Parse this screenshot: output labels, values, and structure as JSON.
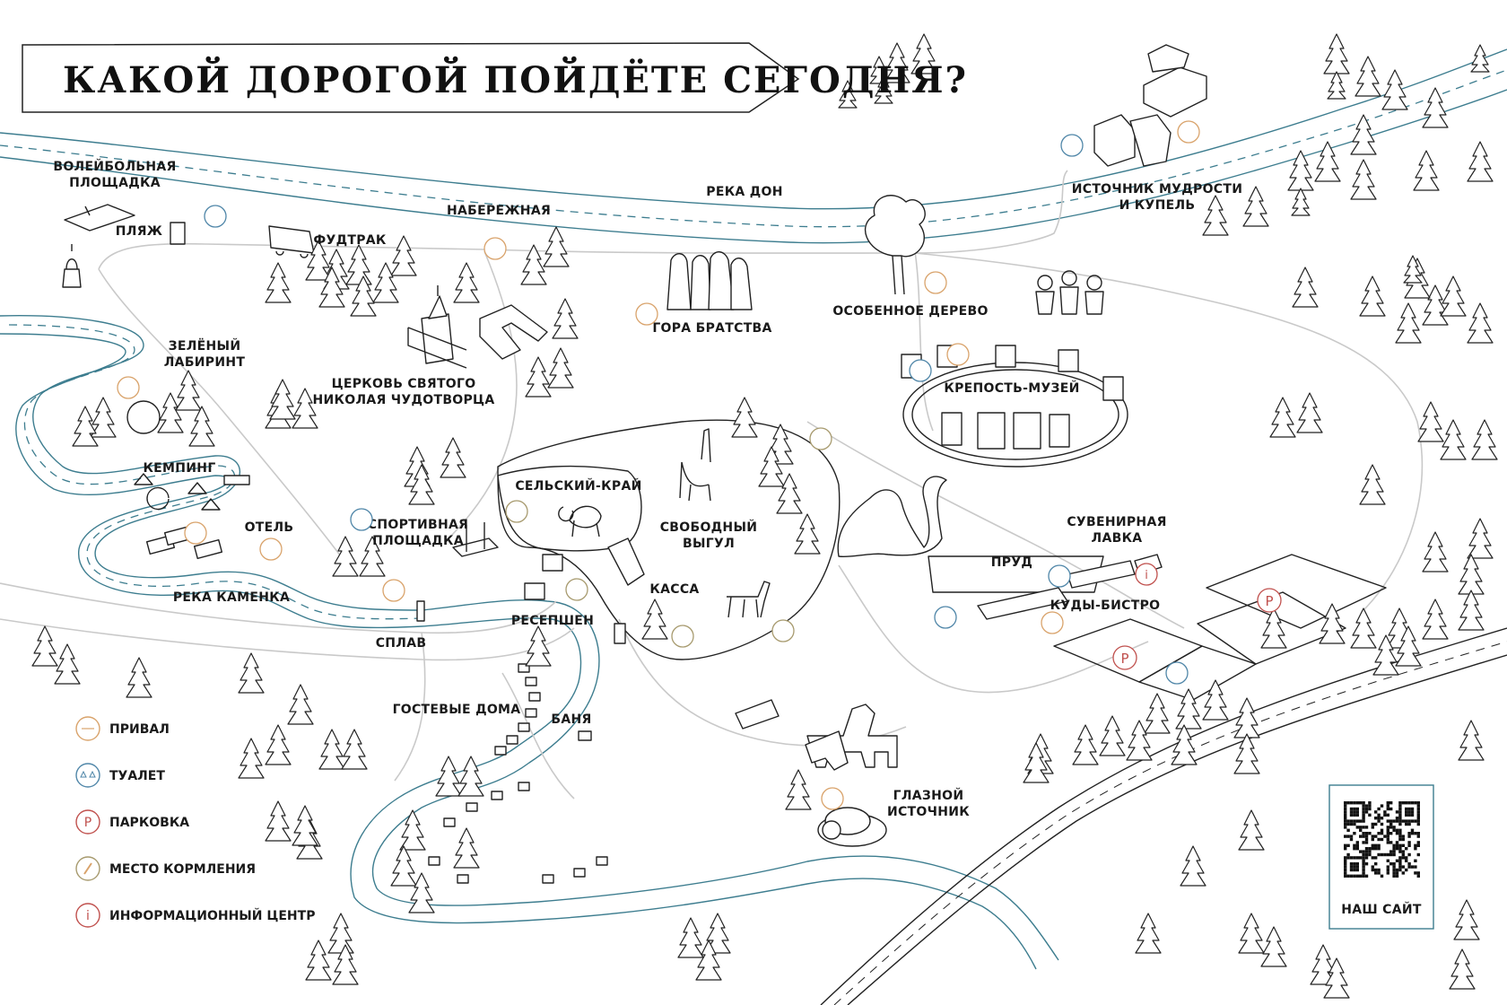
{
  "title": "КАКОЙ ДОРОГОЙ ПОЙДЁТЕ СЕГОДНЯ?",
  "places": {
    "volleyball": [
      "ВОЛЕЙБОЛЬНАЯ",
      "ПЛОЩАДКА"
    ],
    "beach": "ПЛЯЖ",
    "foodtruck": "ФУДТРАК",
    "embankment": "НАБЕРЕЖНАЯ",
    "river_don": "РЕКА ДОН",
    "wisdom_spring": [
      "ИСТОЧНИК МУДРОСТИ",
      "И КУПЕЛЬ"
    ],
    "green_maze": [
      "ЗЕЛЁНЫЙ",
      "ЛАБИРИНТ"
    ],
    "church": [
      "ЦЕРКОВЬ СВЯТОГО",
      "НИКОЛАЯ ЧУДОТВОРЦА"
    ],
    "brotherhood_hill": "ГОРА БРАТСТВА",
    "special_tree": "ОСОБЕННОЕ ДЕРЕВО",
    "fortress": "КРЕПОСТЬ-МУЗЕЙ",
    "camping": "КЕМПИНГ",
    "village": "СЕЛЬСКИЙ-КРАЙ",
    "free_range": [
      "СВОБОДНЫЙ",
      "ВЫГУЛ"
    ],
    "hotel": "ОТЕЛЬ",
    "sports_ground": [
      "СПОРТИВНАЯ",
      "ПЛОЩАДКА"
    ],
    "souvenir_shop": [
      "СУВЕНИРНАЯ",
      "ЛАВКА"
    ],
    "pond": "ПРУД",
    "river_kamenka": "РЕКА КАМЕНКА",
    "ticket_office": "КАССА",
    "kudy_bistro": "КУДЫ-БИСТРО",
    "reception": "РЕСЕПШЕН",
    "rafting": "СПЛАВ",
    "guest_houses": "ГОСТЕВЫЕ ДОМА",
    "bathhouse": "БАНЯ",
    "eye_spring": [
      "ГЛАЗНОЙ",
      "ИСТОЧНИК"
    ]
  },
  "legend": [
    {
      "icon": "rest-stop-icon",
      "label": "ПРИВАЛ",
      "color": "#d9a36b"
    },
    {
      "icon": "toilet-icon",
      "label": "ТУАЛЕТ",
      "color": "#4f86a8"
    },
    {
      "icon": "parking-icon",
      "label": "ПАРКОВКА",
      "color": "#c0504d",
      "glyph": "P"
    },
    {
      "icon": "feeding-place-icon",
      "label": "МЕСТО КОРМЛЕНИЯ",
      "color": "#a79a6e"
    },
    {
      "icon": "info-center-icon",
      "label": "ИНФОРМАЦИОННЫЙ ЦЕНТР",
      "color": "#c0504d",
      "glyph": "i"
    }
  ],
  "qr": {
    "label": "НАШ САЙТ"
  },
  "colors": {
    "river": "#3d7d8f",
    "road": "#c9c9c9",
    "ink": "#222222"
  }
}
